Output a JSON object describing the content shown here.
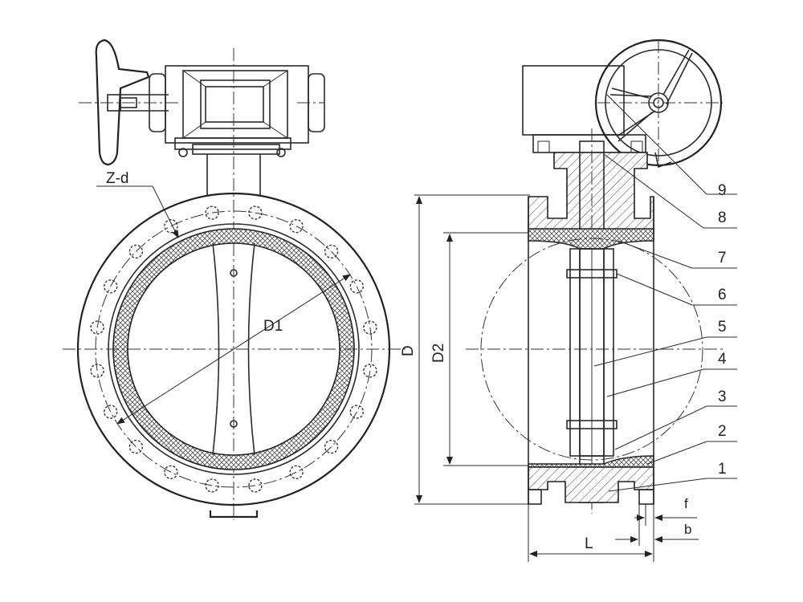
{
  "labels": {
    "z_d": "Z-d",
    "d1": "D1",
    "d": "D",
    "d2": "D2",
    "l": "L",
    "f": "f",
    "b": "b"
  },
  "part_numbers": [
    "1",
    "2",
    "3",
    "4",
    "5",
    "6",
    "7",
    "8",
    "9"
  ],
  "colors": {
    "line": "#2a2a2a",
    "seat_hatch": "#555555",
    "background": "#ffffff"
  },
  "front_view": {
    "bolt_hole_count": 20
  }
}
